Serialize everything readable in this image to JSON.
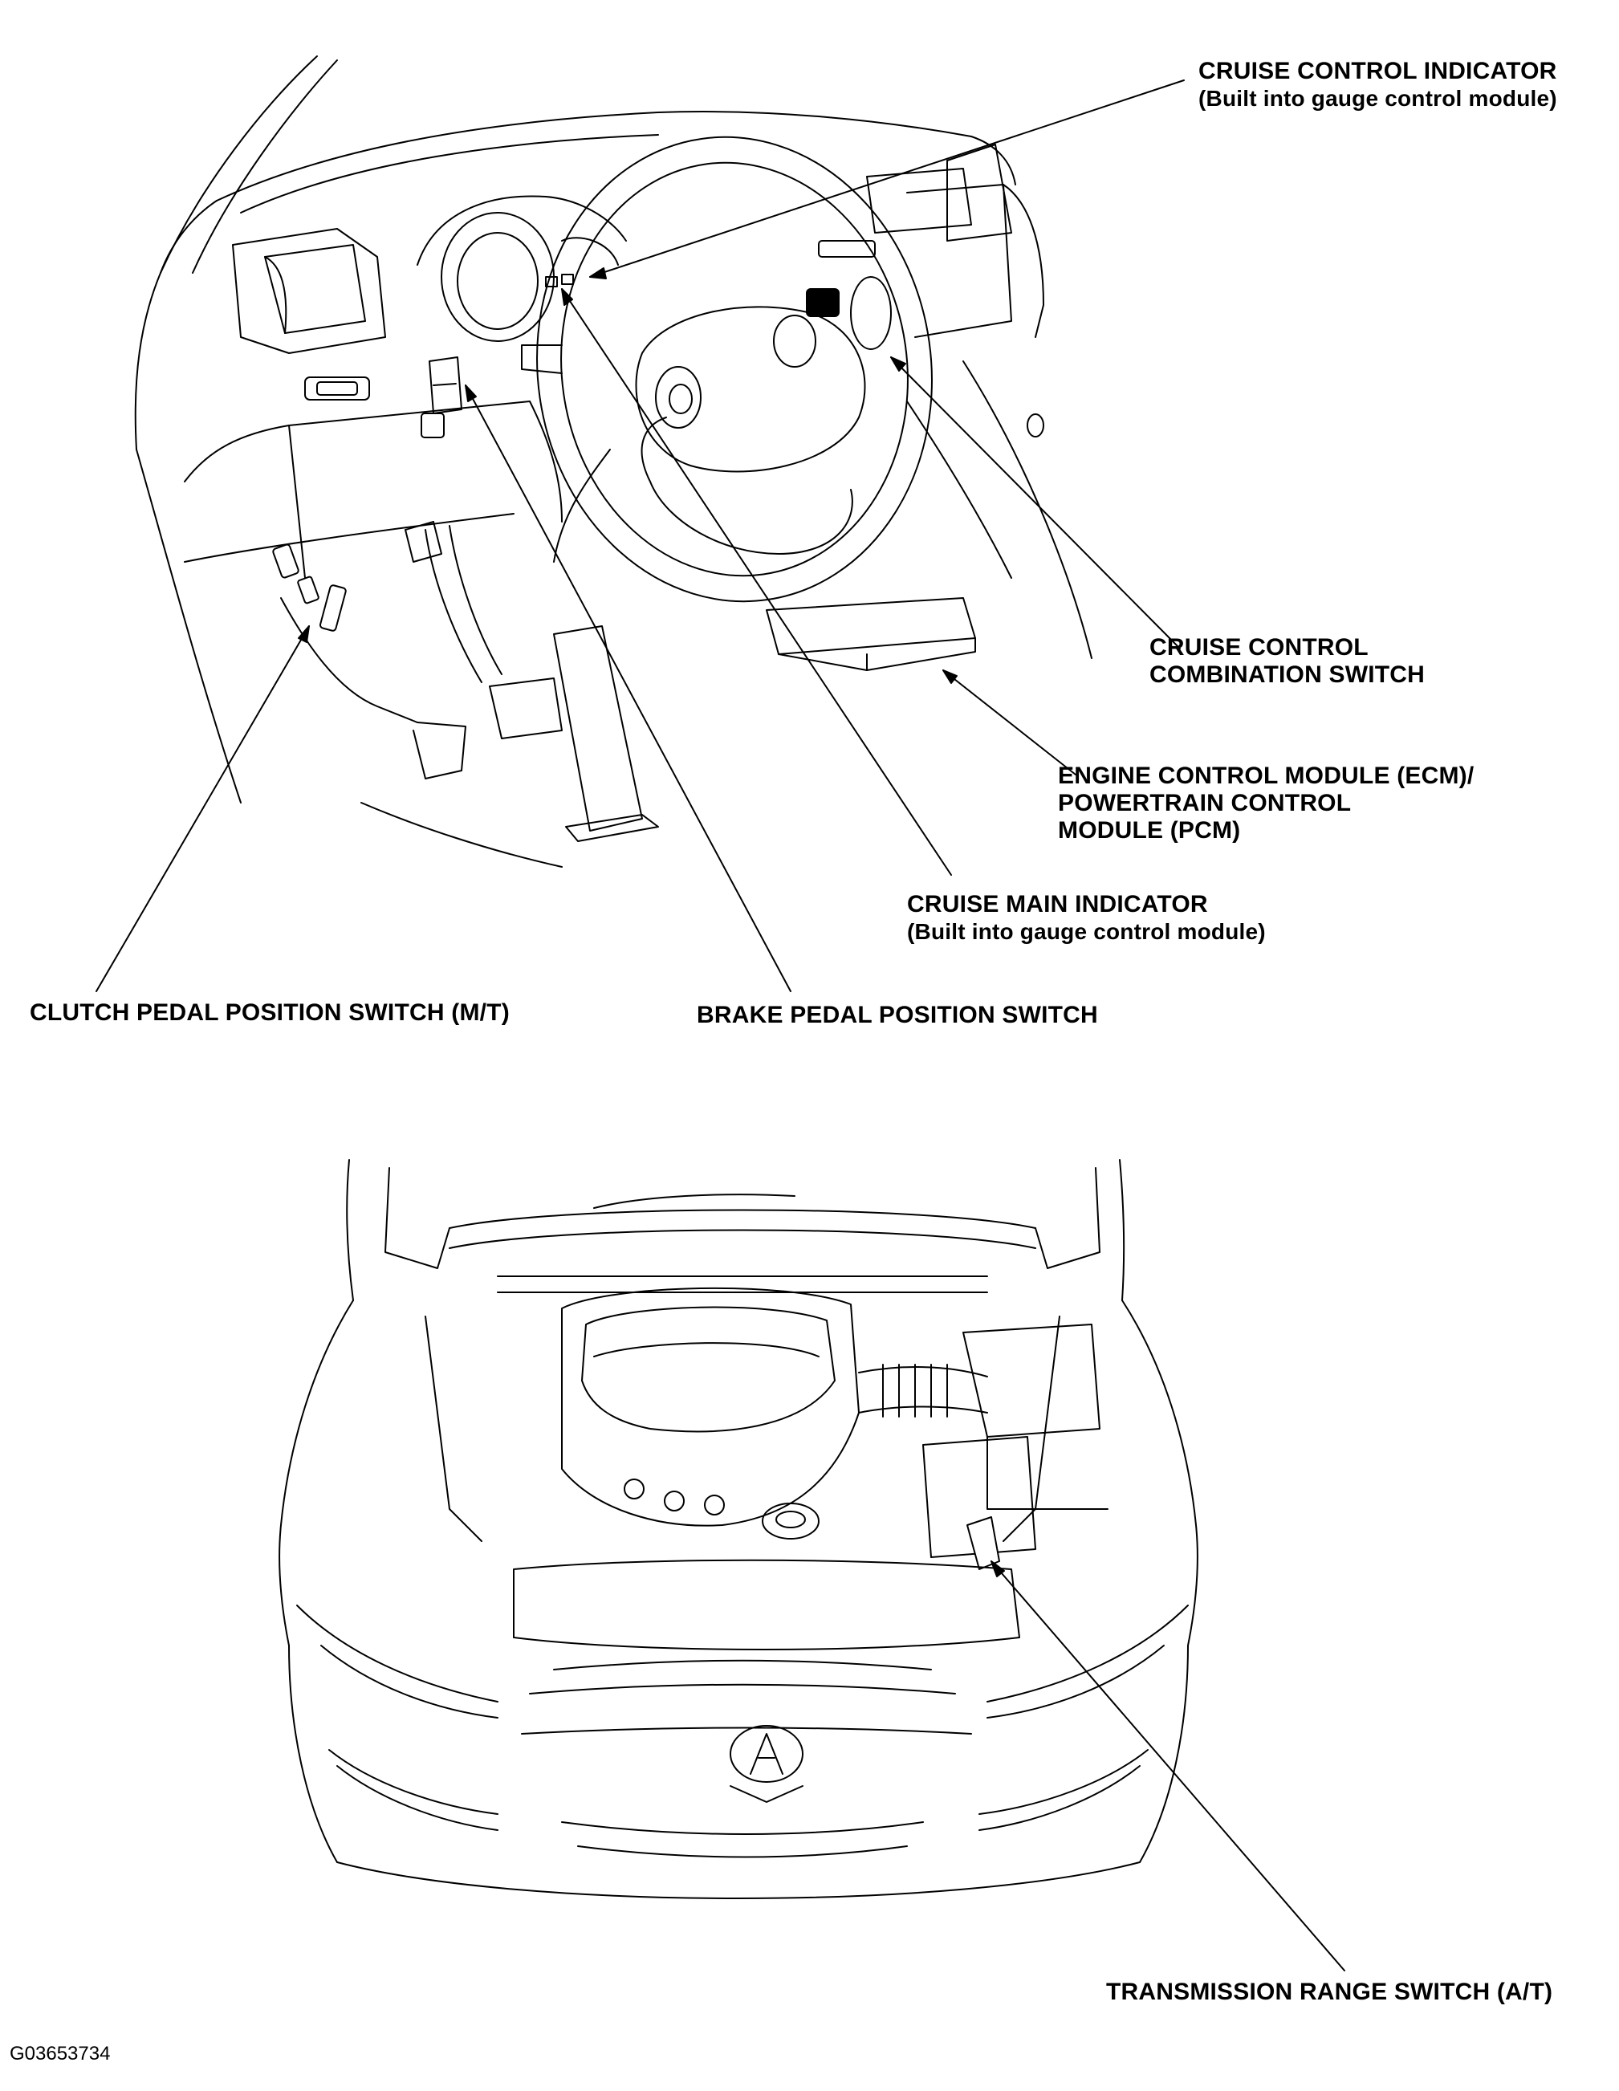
{
  "labels": {
    "cruise_control_indicator": {
      "line1": "CRUISE CONTROL INDICATOR",
      "line2": "(Built into gauge control module)"
    },
    "cruise_control_combination_switch": {
      "line1": "CRUISE CONTROL",
      "line2": "COMBINATION SWITCH"
    },
    "ecm_pcm": {
      "line1": "ENGINE CONTROL MODULE (ECM)/",
      "line2": "POWERTRAIN CONTROL",
      "line3": "MODULE (PCM)"
    },
    "cruise_main_indicator": {
      "line1": "CRUISE MAIN INDICATOR",
      "line2": "(Built into gauge control module)"
    },
    "clutch_pedal_position_switch": "CLUTCH PEDAL POSITION SWITCH (M/T)",
    "brake_pedal_position_switch": "BRAKE PEDAL POSITION SWITCH",
    "transmission_range_switch": "TRANSMISSION RANGE SWITCH (A/T)"
  },
  "figure_id": "G03653734"
}
